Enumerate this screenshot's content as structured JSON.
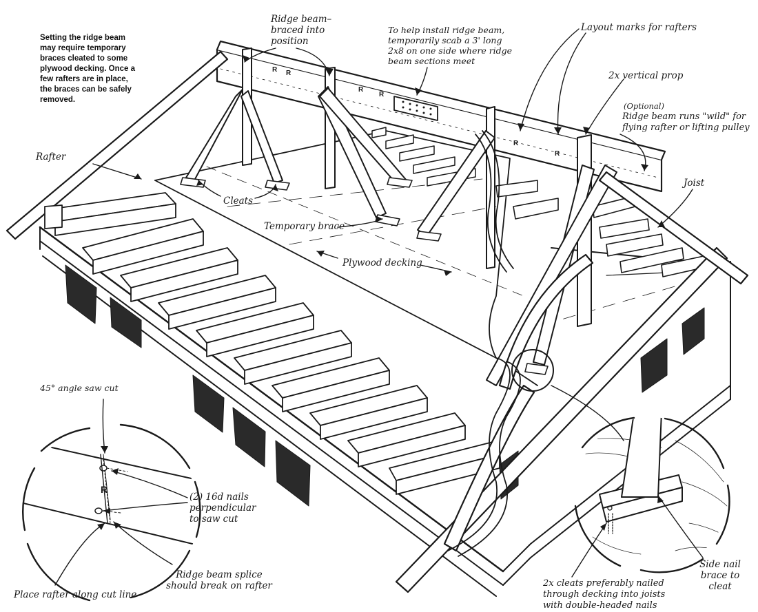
{
  "figure": {
    "intro_note": "Setting the ridge beam\nmay require temporary\nbraces cleated to some\nplywood decking. Once a\nfew rafters are in place,\nthe braces can be safely\nremoved.",
    "labels": {
      "ridge_beam_braced": "Ridge beam–\nbraced into\nposition",
      "scab_note": "To help install ridge beam,\ntemporarily scab a 3' long\n2x8 on one side where ridge\nbeam sections meet",
      "layout_marks": "Layout marks for rafters",
      "vertical_prop": "2x vertical prop",
      "optional": "(Optional)",
      "ridge_wild": "Ridge beam runs \"wild\" for\nflying rafter or lifting pulley",
      "rafter": "Rafter",
      "cleats": "Cleats",
      "joist": "Joist",
      "temporary_brace": "Temporary brace",
      "plywood_decking": "Plywood decking",
      "saw_cut": "45° angle saw cut",
      "nails": "(2) 16d nails\nperpendicular\nto saw cut",
      "splice": "Ridge beam splice\nshould break on rafter",
      "place_rafter": "Place rafter along cut line",
      "double_headed": "2x cleats preferably nailed\nthrough decking into joists\nwith double-headed nails",
      "side_nail": "Side nail\nbrace to\ncleat"
    },
    "marks": {
      "rafter_mark": "R",
      "splice_mark": "R"
    }
  }
}
